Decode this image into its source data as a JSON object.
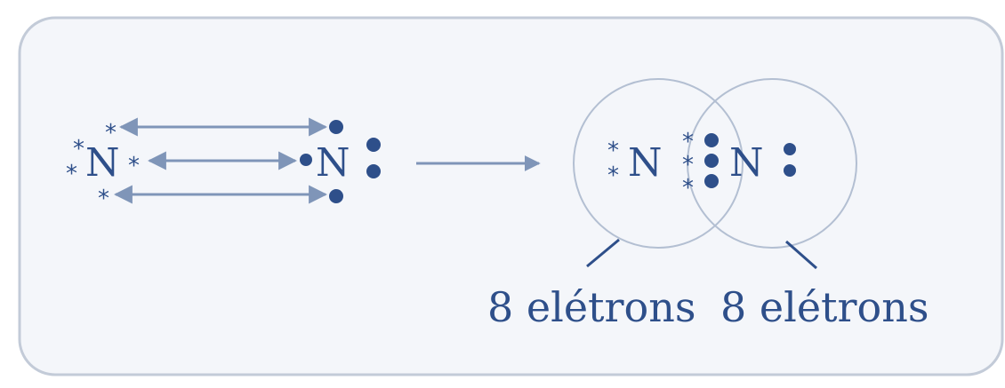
{
  "diagram": {
    "left_atom_a": {
      "symbol": "N",
      "electron_mark": "*"
    },
    "left_atom_b": {
      "symbol": "N"
    },
    "right_atom_a": {
      "symbol": "N"
    },
    "right_atom_b": {
      "symbol": "N"
    },
    "captions": {
      "left": "8 elétrons",
      "right": "8 elétrons"
    }
  },
  "colors": {
    "ink": "#2e4f8a",
    "arrow": "#7f95b8",
    "circle": "#b3bfd2",
    "frame": "#c3cbd8",
    "panel": "#f4f6fa"
  }
}
